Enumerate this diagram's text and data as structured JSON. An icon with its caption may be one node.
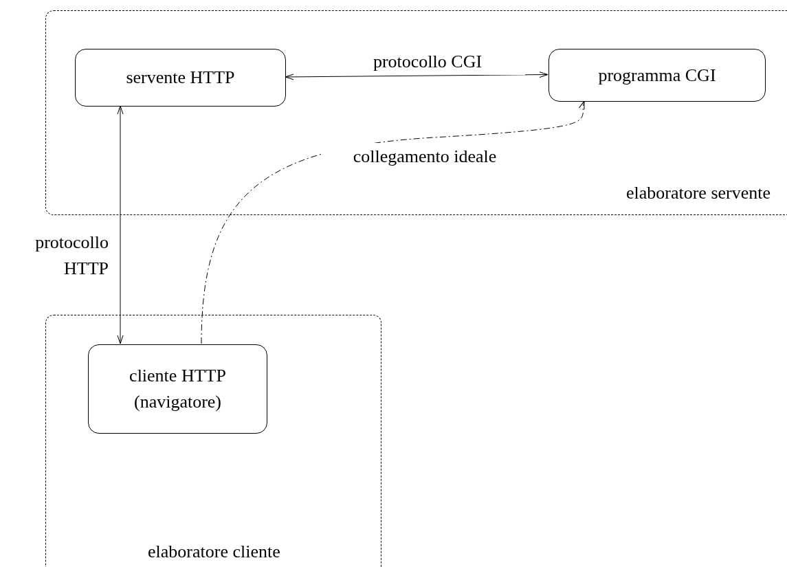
{
  "diagram": {
    "nodes": [
      {
        "text": [
          "elaboratore servente"
        ]
      },
      {
        "text": [
          "servente HTTP"
        ],
        "in": 0
      },
      {
        "text": [
          "programma CGI"
        ],
        "in": 0
      },
      {
        "text": [
          "elaboratore cliente"
        ]
      },
      {
        "text": [
          "cliente HTTP (navigatore)"
        ],
        "in": 3
      }
    ],
    "edges": [
      {
        "from": 1,
        "to": 2,
        "arrow": "both",
        "label": "protocollo CGI"
      },
      {
        "from": 1,
        "to": 4,
        "arrow": "both",
        "label": "protocollo HTTP"
      },
      {
        "from": 4,
        "to": 2,
        "arrow": "to",
        "style": "dashed",
        "label": "collegamento ideale"
      }
    ]
  }
}
